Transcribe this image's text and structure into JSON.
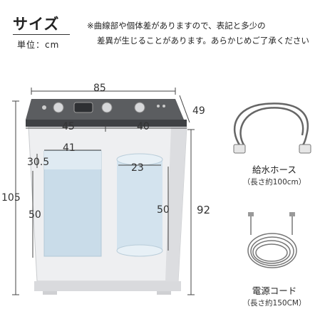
{
  "header": {
    "title": "サイズ",
    "unit": "単位：cm",
    "note_line1": "※曲線部や個体差がありますので、表記と多少の",
    "note_line2": "差異が生じることがあります。あらかじめご了承ください"
  },
  "dimensions": {
    "width_total": "85",
    "depth": "49",
    "left_width": "45",
    "right_width": "40",
    "height_total": "105",
    "body_height": "92",
    "wash_tub_width": "41",
    "wash_tub_offset": "30.5",
    "wash_tub_depth": "50",
    "spin_tub_diameter": "23",
    "spin_tub_depth": "50"
  },
  "accessories": [
    {
      "name": "給水ホース",
      "detail": "（長さ約100cm）"
    },
    {
      "name": "電源コード",
      "detail": "（長さ約150CM）"
    }
  ],
  "colors": {
    "panel": "#5b5d60",
    "body": "#ecedef",
    "tub": "#cfe0ec",
    "line": "#444444"
  }
}
